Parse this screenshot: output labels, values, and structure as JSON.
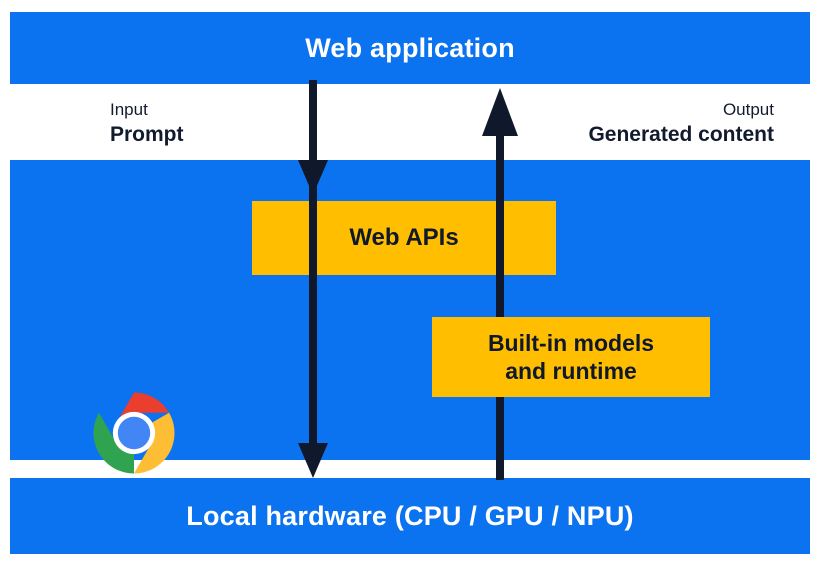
{
  "diagram": {
    "title": "Web application",
    "layers": [
      {
        "id": "web-application",
        "label": "Web application"
      },
      {
        "id": "browser",
        "label": "Browser"
      },
      {
        "id": "local-hardware",
        "label": "Local hardware (CPU / GPU / NPU)"
      }
    ],
    "flows": [
      {
        "id": "input",
        "kicker": "Input",
        "value": "Prompt",
        "direction": "down",
        "arrow_icon": "arrow-down-icon"
      },
      {
        "id": "output",
        "kicker": "Output",
        "value": "Generated content",
        "direction": "up",
        "arrow_icon": "arrow-up-icon"
      }
    ],
    "components": [
      {
        "id": "web-apis",
        "label": "Web APIs"
      },
      {
        "id": "builtin-models",
        "label": "Built-in models and runtime",
        "line1": "Built-in models",
        "line2": "and runtime"
      }
    ],
    "browser_mark": {
      "icon": "chrome-logo-icon",
      "label": "Browser"
    },
    "colors": {
      "layer_blue": "#0B72F0",
      "component_yellow": "#FFBF00",
      "arrow_navy": "#10182B",
      "layer_text": "#ffffff",
      "annotation_text": "#121A2E",
      "chrome_red": "#EA3E2F",
      "chrome_yellow": "#FDBD35",
      "chrome_green": "#30A350",
      "chrome_blue": "#4285F4",
      "background": "#ffffff"
    }
  }
}
